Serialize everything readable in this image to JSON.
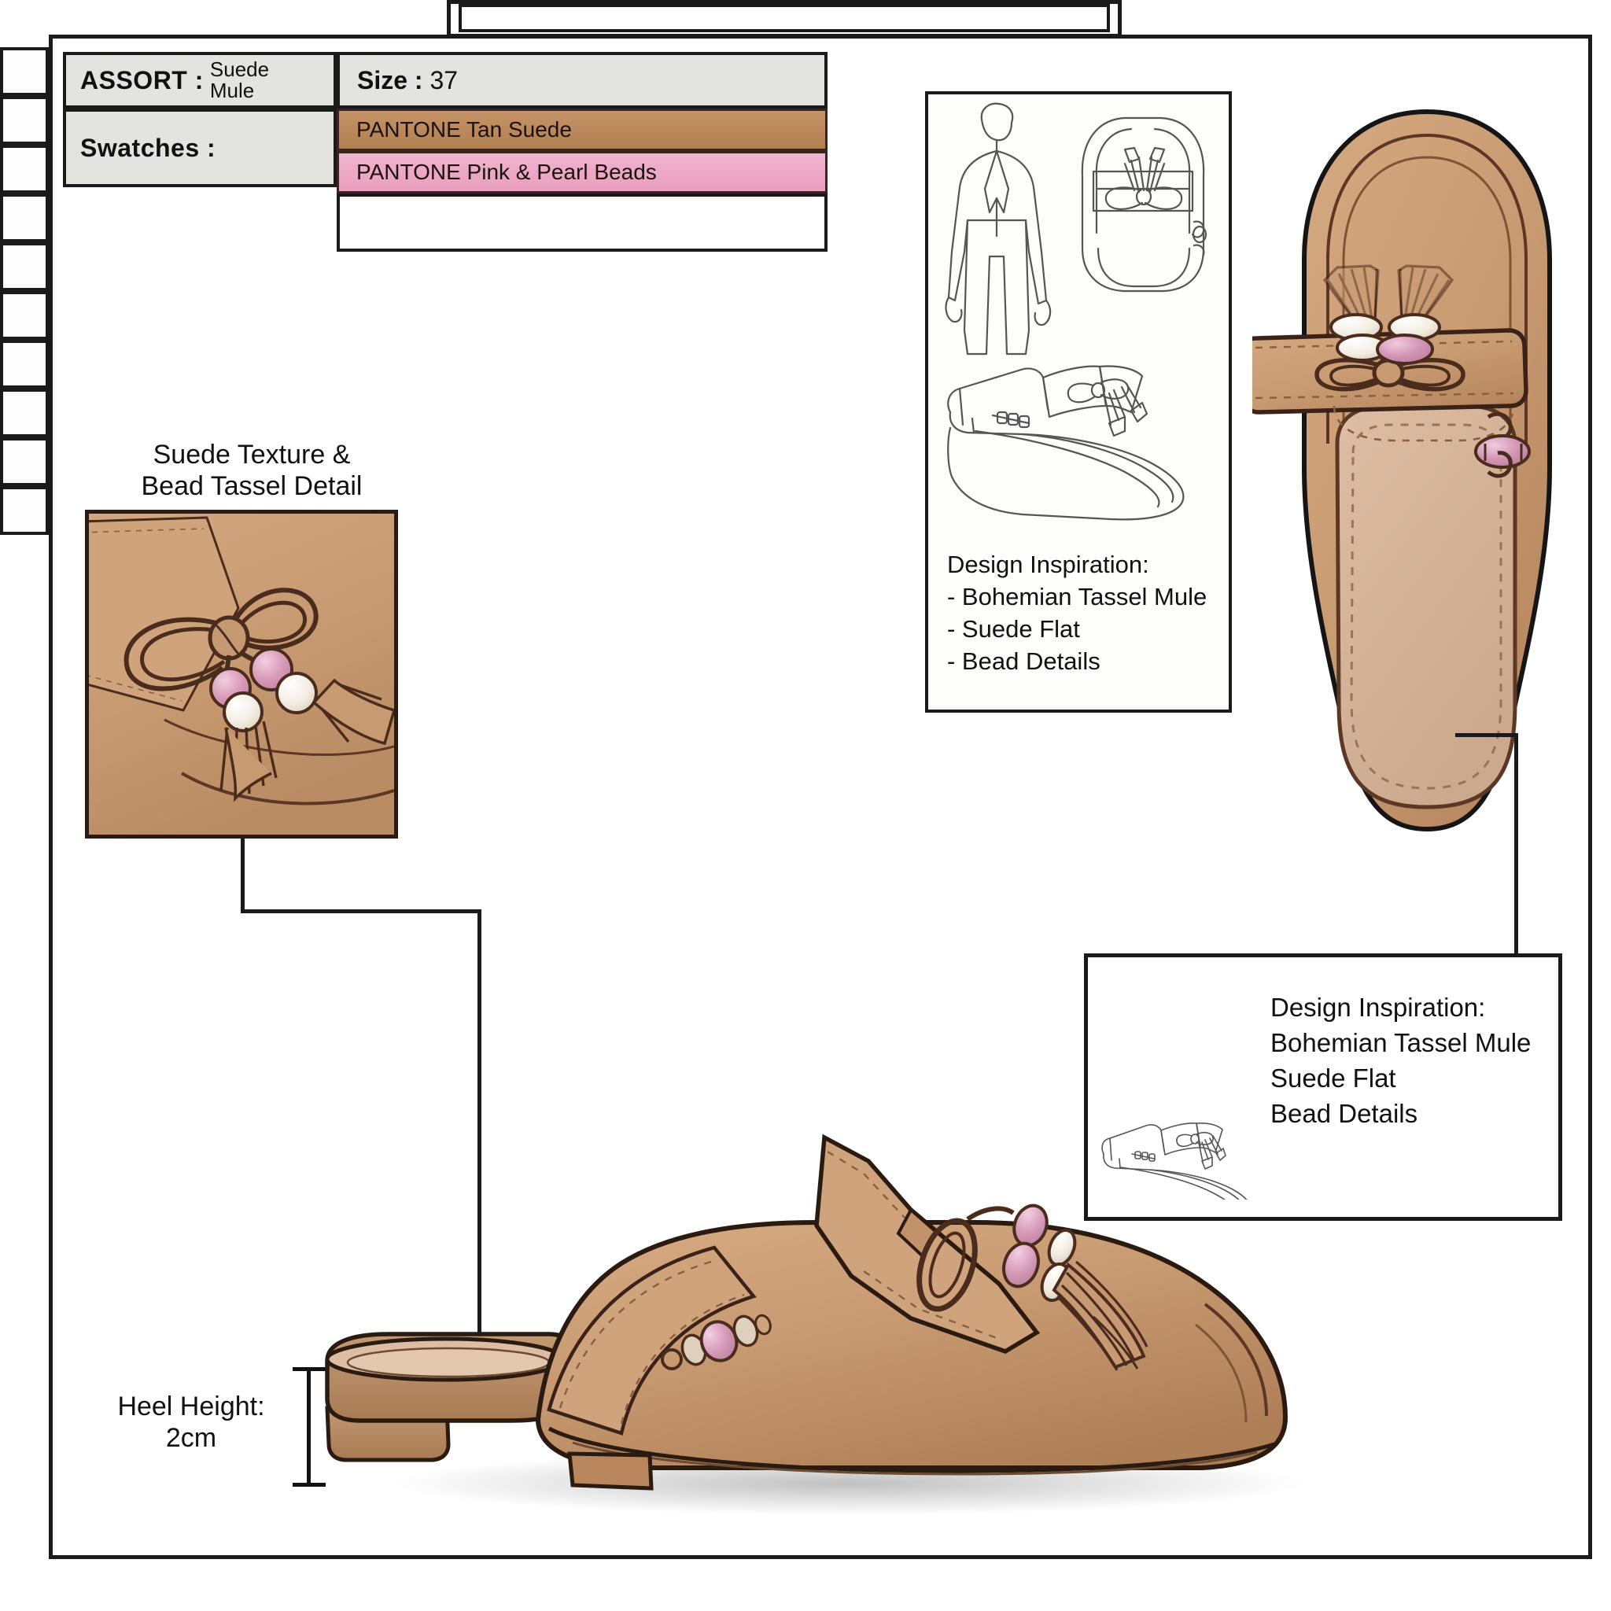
{
  "spec": {
    "assort_label": "ASSORT :",
    "assort_value_line1": "Suede",
    "assort_value_line2": "Mule",
    "swatches_label": "Swatches :",
    "size_label": "Size :",
    "size_value": "37",
    "swatches": [
      {
        "name": "PANTONE Tan Suede",
        "color": "#bd8a5d"
      },
      {
        "name": "PANTONE Pink & Pearl Beads",
        "color": "#eda9c6"
      }
    ]
  },
  "detail_callout": {
    "title_line1": "Suede Texture &",
    "title_line2": "Bead Tassel Detail"
  },
  "heel": {
    "label_line1": "Heel Height:",
    "label_line2": "2cm"
  },
  "inspiration_top": {
    "heading": "Design Inspiration:",
    "items": [
      "- Bohemian Tassel Mule",
      "- Suede Flat",
      "- Bead Details"
    ]
  },
  "inspiration_bottom": {
    "heading": "Design Inspiration:",
    "items": [
      "Bohemian Tassel Mule",
      "Suede Flat",
      "Bead Details"
    ]
  },
  "colors": {
    "suede_tan": "#c79a72",
    "suede_tan_dark": "#b5835b",
    "outline": "#3b2218",
    "bead_pink": "#d99ab8",
    "bead_pearl": "#f3ece3",
    "insole": "#d6b59a",
    "frame": "#1a1a1a"
  },
  "tab_column": {
    "count": 10
  }
}
